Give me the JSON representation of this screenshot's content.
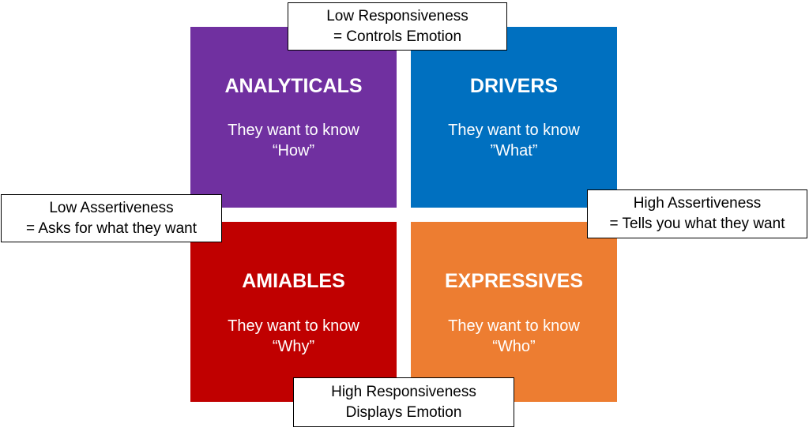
{
  "quadrants": {
    "analyticals": {
      "title": "ANALYTICALS",
      "line1": "They want to know",
      "line2": "“How”",
      "color": "#7030a0"
    },
    "drivers": {
      "title": "DRIVERS",
      "line1": "They want to know",
      "line2": "”What”",
      "color": "#0070c0"
    },
    "amiables": {
      "title": "AMIABLES",
      "line1": "They want to know",
      "line2": "“Why”",
      "color": "#c00000"
    },
    "expressives": {
      "title": "EXPRESSIVES",
      "line1": "They want to know",
      "line2": "“Who”",
      "color": "#ed7d31"
    }
  },
  "labels": {
    "top": {
      "line1": "Low Responsiveness",
      "line2": "= Controls Emotion"
    },
    "left": {
      "line1": "Low Assertiveness",
      "line2": "= Asks for what they want"
    },
    "right": {
      "line1": "High Assertiveness",
      "line2": "= Tells you what they want"
    },
    "bottom": {
      "line1": "High Responsiveness",
      "line2": "Displays Emotion"
    }
  }
}
